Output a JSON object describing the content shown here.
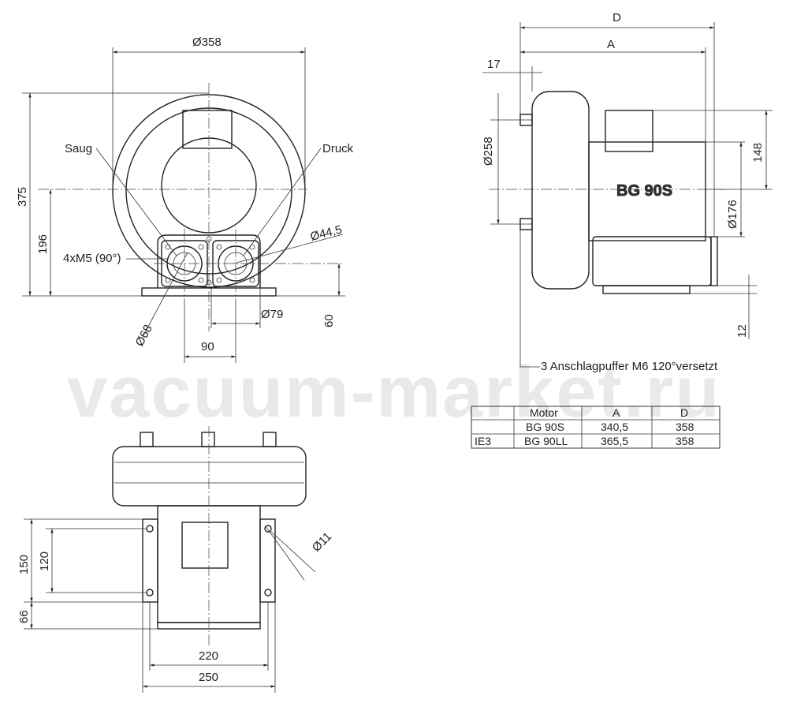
{
  "watermark": "vacuum-market.ru",
  "front_view": {
    "dia_outer": "Ø358",
    "height_total": "375",
    "height_axis": "196",
    "label_suction": "Saug",
    "label_pressure": "Druck",
    "thread": "4xM5 (90°)",
    "dia_port": "Ø44,5",
    "dia_flange": "Ø68",
    "dia_pitch": "Ø79",
    "port_spacing": "90",
    "foot_height": "60"
  },
  "side_view": {
    "dim_d": "D",
    "dim_a": "A",
    "offset": "17",
    "dia_housing": "Ø258",
    "dia_motor": "Ø176",
    "box_height": "148",
    "base_offset": "12",
    "model_label": "BG 90S",
    "note": "3 Anschlagpuffer M6 120°versetzt"
  },
  "bottom_view": {
    "hole_dia": "Ø11",
    "outer_pitch": "150",
    "inner_pitch": "120",
    "edge": "66",
    "width_inner": "220",
    "width_outer": "250"
  },
  "table": {
    "headers": [
      "",
      "Motor",
      "A",
      "D"
    ],
    "rows": [
      [
        "",
        "BG 90S",
        "340,5",
        "358"
      ],
      [
        "IE3",
        "BG 90LL",
        "365,5",
        "358"
      ]
    ]
  }
}
